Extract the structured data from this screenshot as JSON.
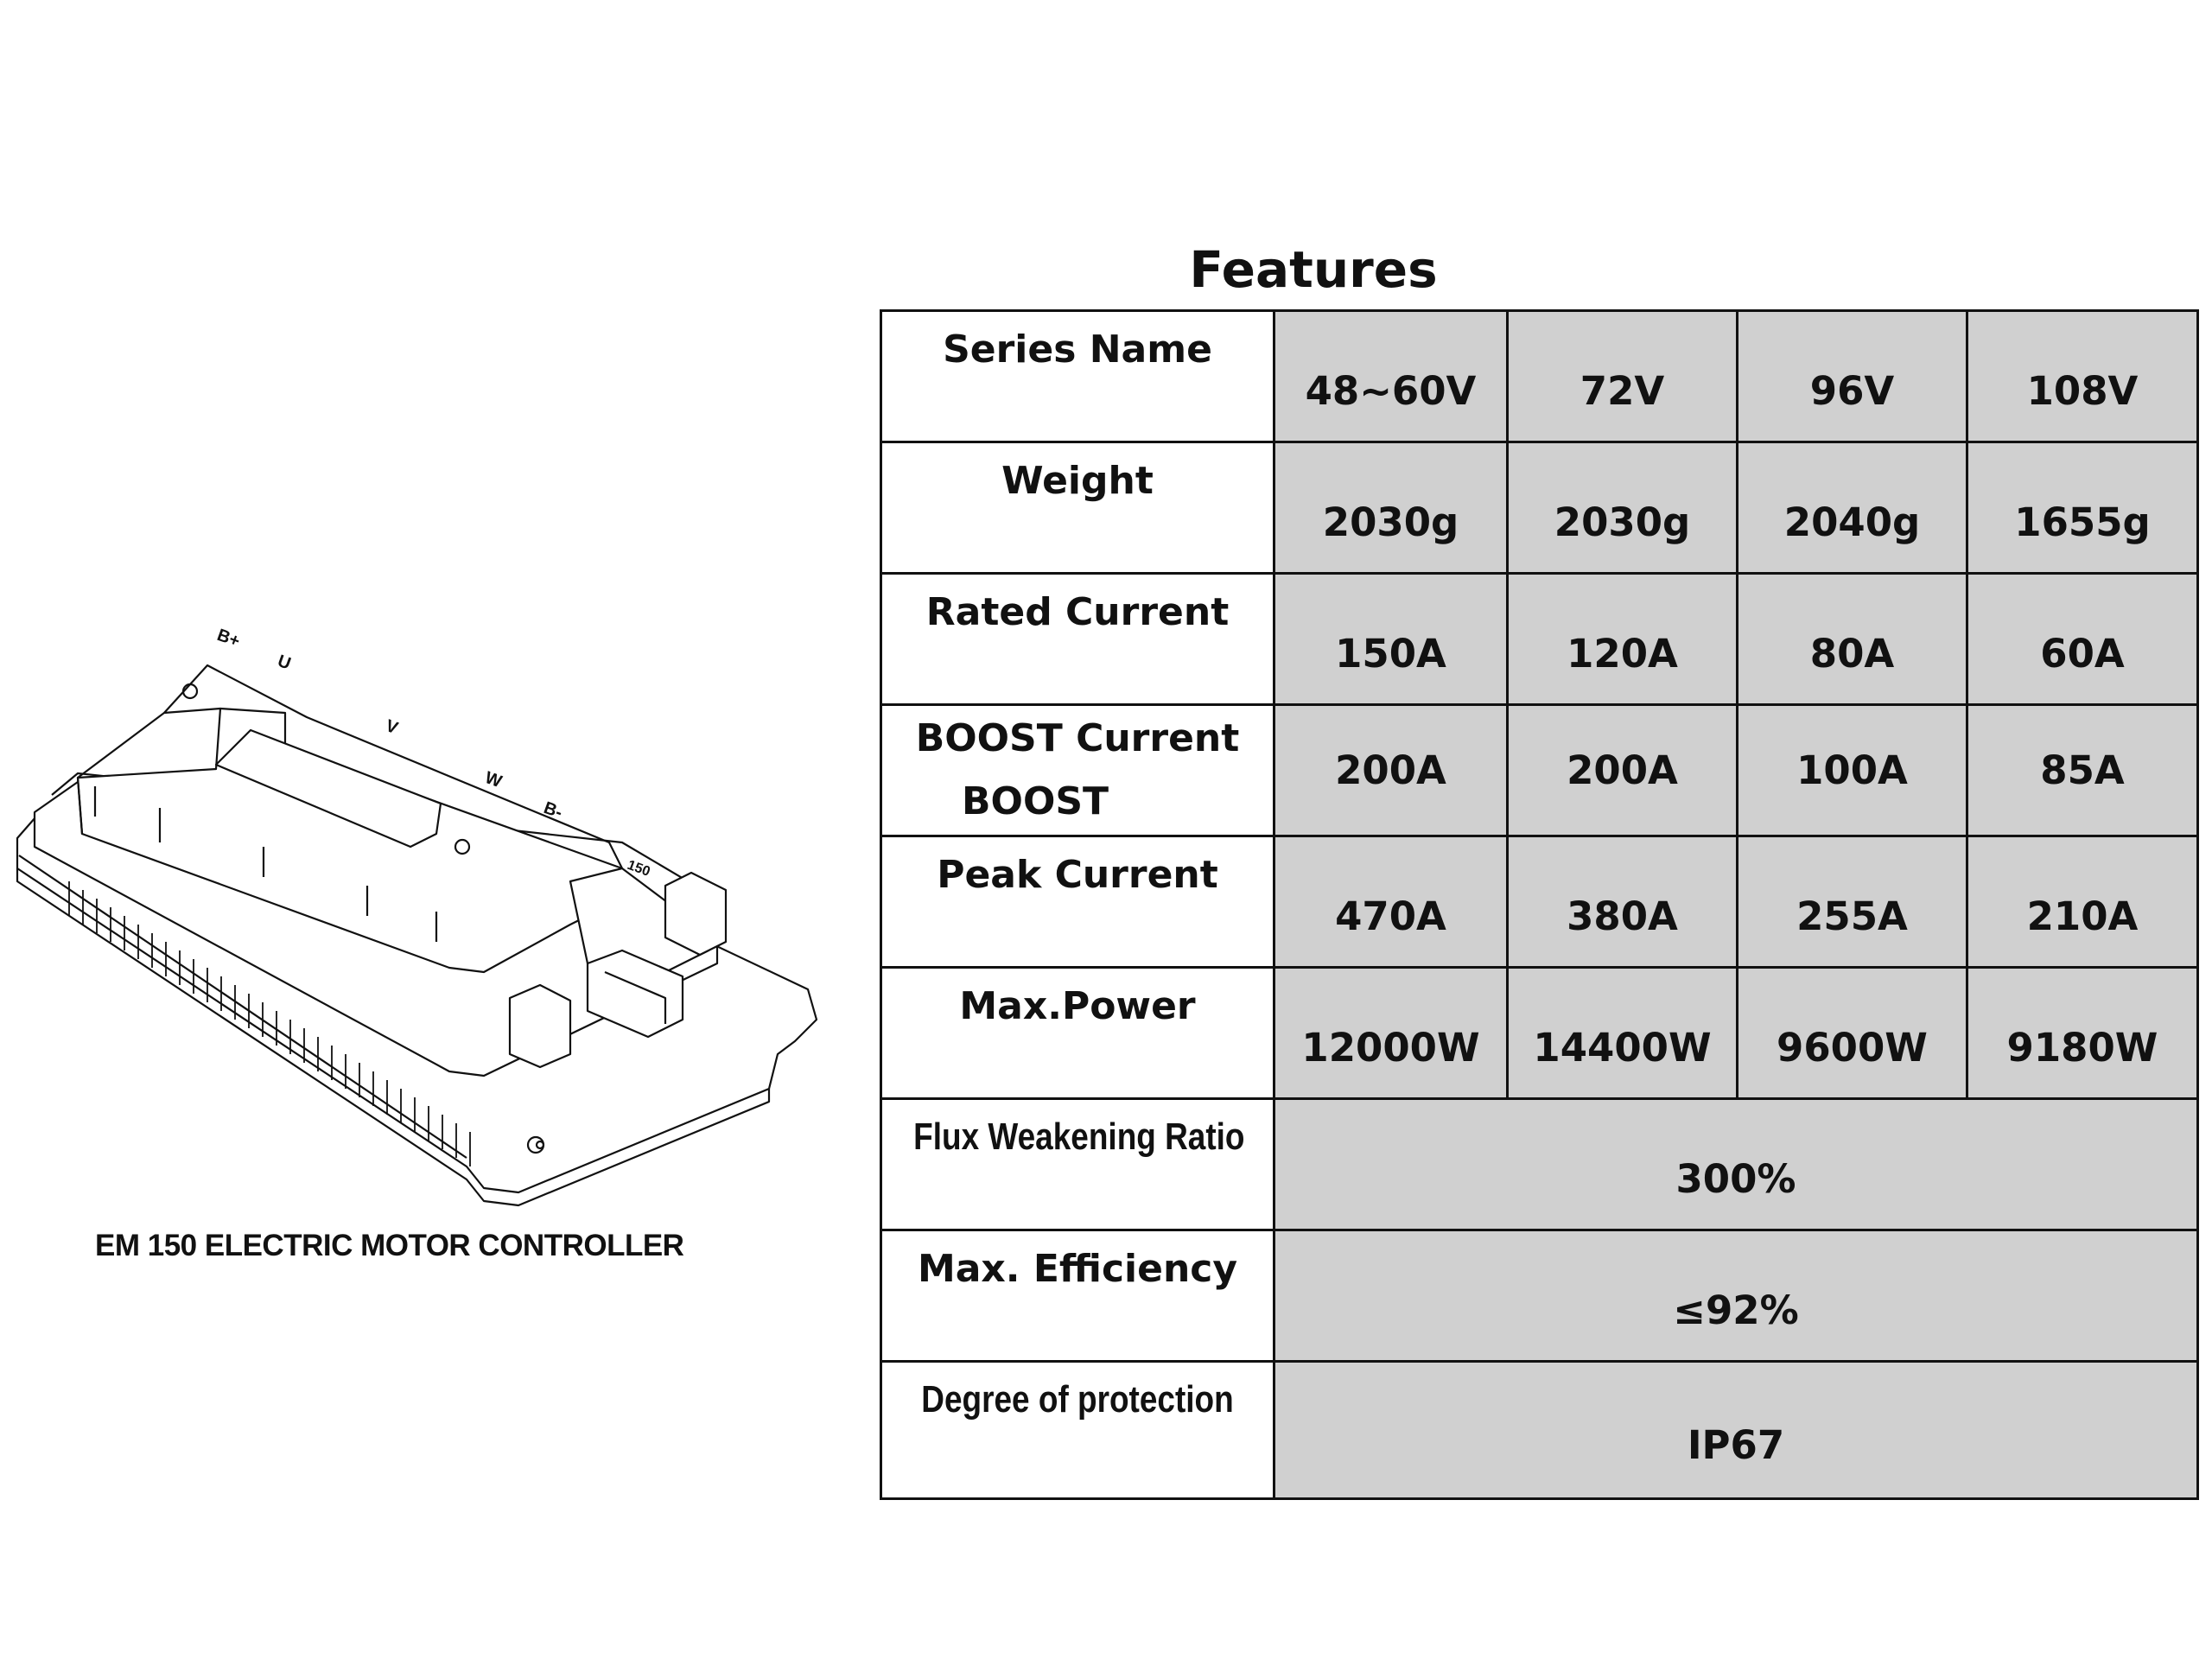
{
  "features": {
    "title": "Features",
    "columns": [
      "48~60V",
      "72V",
      "96V",
      "108V"
    ],
    "series_label": "Series Name",
    "rows": [
      {
        "label": "Weight",
        "values": [
          "2030g",
          "2030g",
          "2040g",
          "1655g"
        ]
      },
      {
        "label": "Rated Current",
        "values": [
          "150A",
          "120A",
          "80A",
          "60A"
        ]
      },
      {
        "label": "BOOST Current",
        "sublabel": "BOOST",
        "values": [
          "200A",
          "200A",
          "100A",
          "85A"
        ]
      },
      {
        "label": "Peak Current",
        "values": [
          "470A",
          "380A",
          "255A",
          "210A"
        ]
      },
      {
        "label": "Max.Power",
        "values": [
          "12000W",
          "14400W",
          "9600W",
          "9180W"
        ]
      },
      {
        "label": "Flux Weakening Ratio",
        "value": "300%"
      },
      {
        "label": "Max. Efficiency",
        "value": "≤92%"
      },
      {
        "label": "Degree of protection",
        "value": "IP67"
      }
    ]
  },
  "product": {
    "caption": "EM 150 ELECTRIC MOTOR CONTROLLER",
    "terminals": [
      "B+",
      "U",
      "V",
      "W",
      "B-"
    ],
    "model_mark": "150"
  }
}
